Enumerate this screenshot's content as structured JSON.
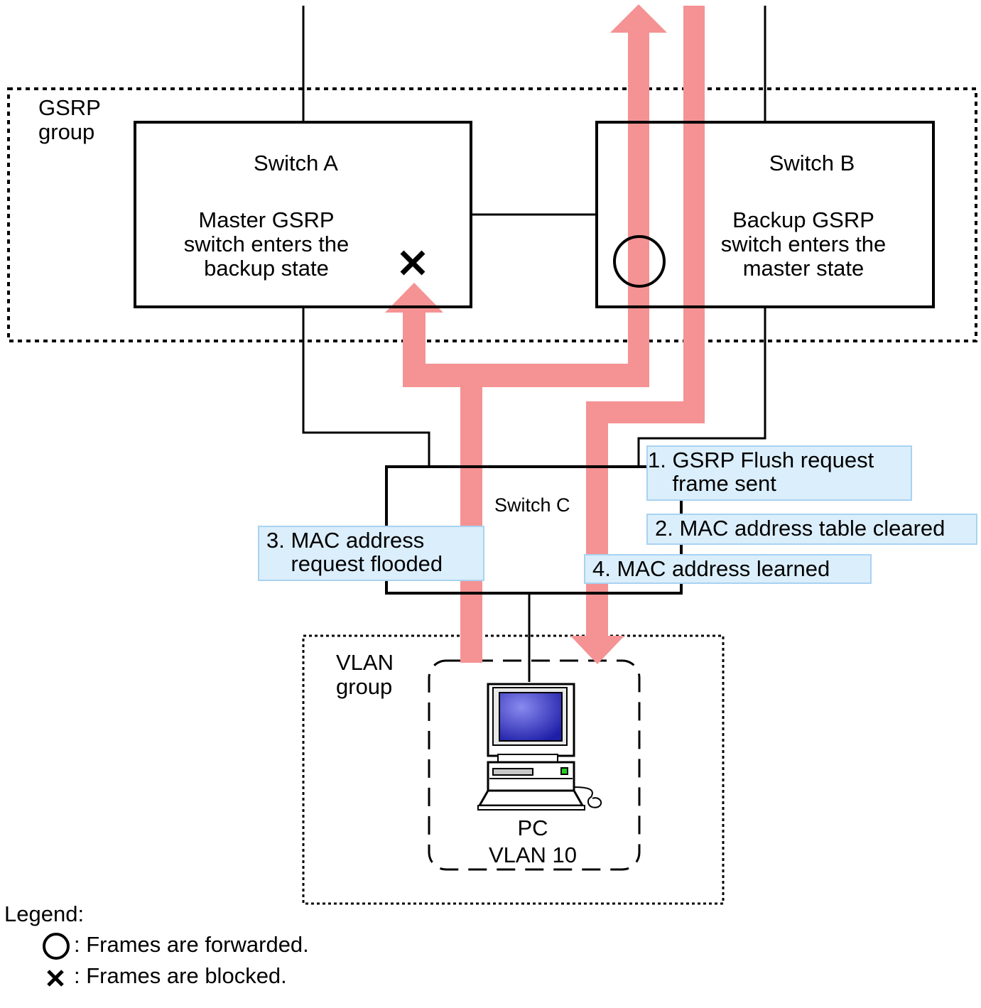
{
  "groups": {
    "gsrp_label": "GSRP\ngroup",
    "vlan_label": "VLAN\ngroup"
  },
  "switches": {
    "a": {
      "name": "Switch A",
      "desc": "Master GSRP\nswitch enters the\nbackup state"
    },
    "b": {
      "name": "Switch B",
      "desc": "Backup GSRP\nswitch enters the\nmaster state"
    },
    "c": {
      "name": "Switch C"
    }
  },
  "notes": {
    "step1": "1. GSRP Flush request\n    frame sent",
    "step2": "2. MAC address table cleared",
    "step3": "3. MAC address\n    request flooded",
    "step4": "4. MAC address learned"
  },
  "pc": {
    "name": "PC",
    "vlan": "VLAN 10"
  },
  "legend": {
    "title": "Legend:",
    "forwarded": ": Frames are forwarded.",
    "blocked": ": Frames are blocked."
  },
  "icons": {
    "forward": "circle-icon",
    "block": "cross-icon",
    "pc": "computer-icon"
  },
  "colors": {
    "arrow": "#f59293",
    "note_fill": "#dbeefb",
    "note_border": "#a9d2f1",
    "screen": "#3b3bd6"
  }
}
